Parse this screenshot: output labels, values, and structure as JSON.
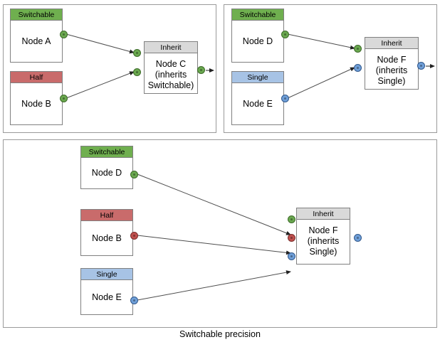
{
  "diagram": {
    "caption": "Switchable precision",
    "colors": {
      "switchable": "#6faf4f",
      "half": "#c96b6b",
      "single": "#a7c3e5",
      "inherit": "#d9d9d9",
      "port_green": "#6aa84f",
      "port_red": "#c0504d",
      "port_blue": "#6f9fd8",
      "panel_border": "#9a9a9a",
      "node_border": "#808080",
      "edge": "#4d4d4d"
    },
    "panels": [
      {
        "id": "panel-top-left",
        "nodes": [
          {
            "id": "node-a",
            "header": "Switchable",
            "type": "switchable",
            "label": "Node A"
          },
          {
            "id": "node-b",
            "header": "Half",
            "type": "half",
            "label": "Node B"
          },
          {
            "id": "node-c",
            "header": "Inherit",
            "type": "inherit",
            "label": "Node C\n(inherits\nSwitchable)"
          }
        ]
      },
      {
        "id": "panel-top-right",
        "nodes": [
          {
            "id": "node-d",
            "header": "Switchable",
            "type": "switchable",
            "label": "Node D"
          },
          {
            "id": "node-e",
            "header": "Single",
            "type": "single",
            "label": "Node E"
          },
          {
            "id": "node-f",
            "header": "Inherit",
            "type": "inherit",
            "label": "Node F\n(inherits\nSingle)"
          }
        ]
      },
      {
        "id": "panel-bottom",
        "nodes": [
          {
            "id": "node-d2",
            "header": "Switchable",
            "type": "switchable",
            "label": "Node D"
          },
          {
            "id": "node-b2",
            "header": "Half",
            "type": "half",
            "label": "Node B"
          },
          {
            "id": "node-e2",
            "header": "Single",
            "type": "single",
            "label": "Node E"
          },
          {
            "id": "node-f2",
            "header": "Inherit",
            "type": "inherit",
            "label": "Node F\n(inherits\nSingle)"
          }
        ]
      }
    ],
    "labels": {
      "node_a": "Node A",
      "node_b": "Node B",
      "node_c_line1": "Node C",
      "node_c_line2": "(inherits",
      "node_c_line3": "Switchable)",
      "node_d": "Node D",
      "node_e": "Node E",
      "node_f_line1": "Node F",
      "node_f_line2": "(inherits",
      "node_f_line3": "Single)",
      "hdr_switchable": "Switchable",
      "hdr_half": "Half",
      "hdr_single": "Single",
      "hdr_inherit": "Inherit"
    }
  }
}
